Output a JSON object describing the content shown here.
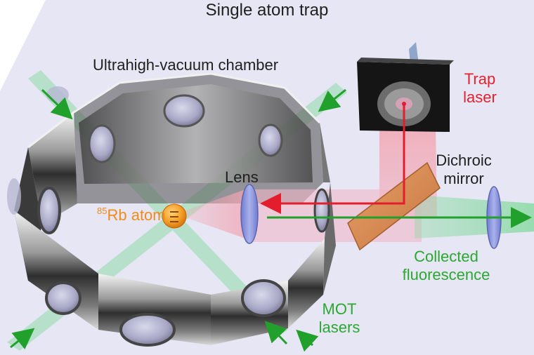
{
  "title": "Single atom trap",
  "labels": {
    "chamber": "Ultrahigh-vacuum chamber",
    "trap_laser": [
      "Trap",
      "laser"
    ],
    "dichroic_mirror": [
      "Dichroic",
      "mirror"
    ],
    "lens": "Lens",
    "atom": {
      "isotope": "85",
      "name": "Rb atom"
    },
    "collected_fluorescence": [
      "Collected",
      "fluorescence"
    ],
    "mot_lasers": [
      "MOT",
      "lasers"
    ]
  },
  "colors": {
    "background_plane": "#e7e6f4",
    "trap_laser_text": "#e4222d",
    "atom_text": "#f08a1c",
    "fluorescence_text": "#2aa832",
    "mot_text": "#2aa832",
    "label_text": "#1f1f1f"
  }
}
